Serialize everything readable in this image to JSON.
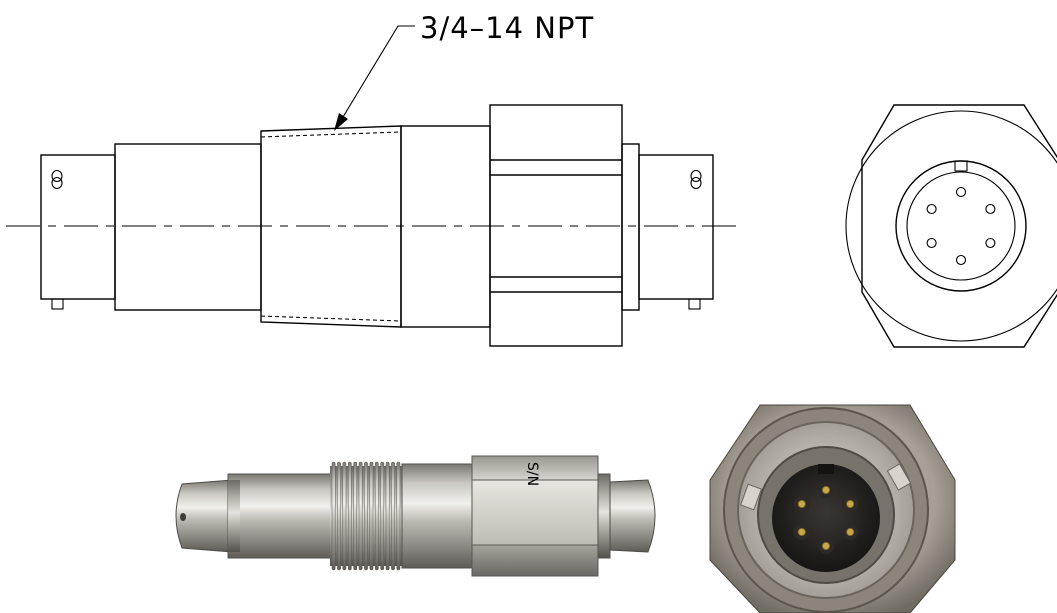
{
  "callout": {
    "label": "3/4–14 NPT"
  },
  "photo_side": {
    "engraving": "S/N"
  },
  "connector": {
    "pin_count": 6
  },
  "colors": {
    "line": "#000000",
    "metal_light": "#d9d6d1",
    "metal_dark": "#6f6c68",
    "insert_black": "#1a1a1a",
    "pin_gold": "#c8a64a"
  }
}
